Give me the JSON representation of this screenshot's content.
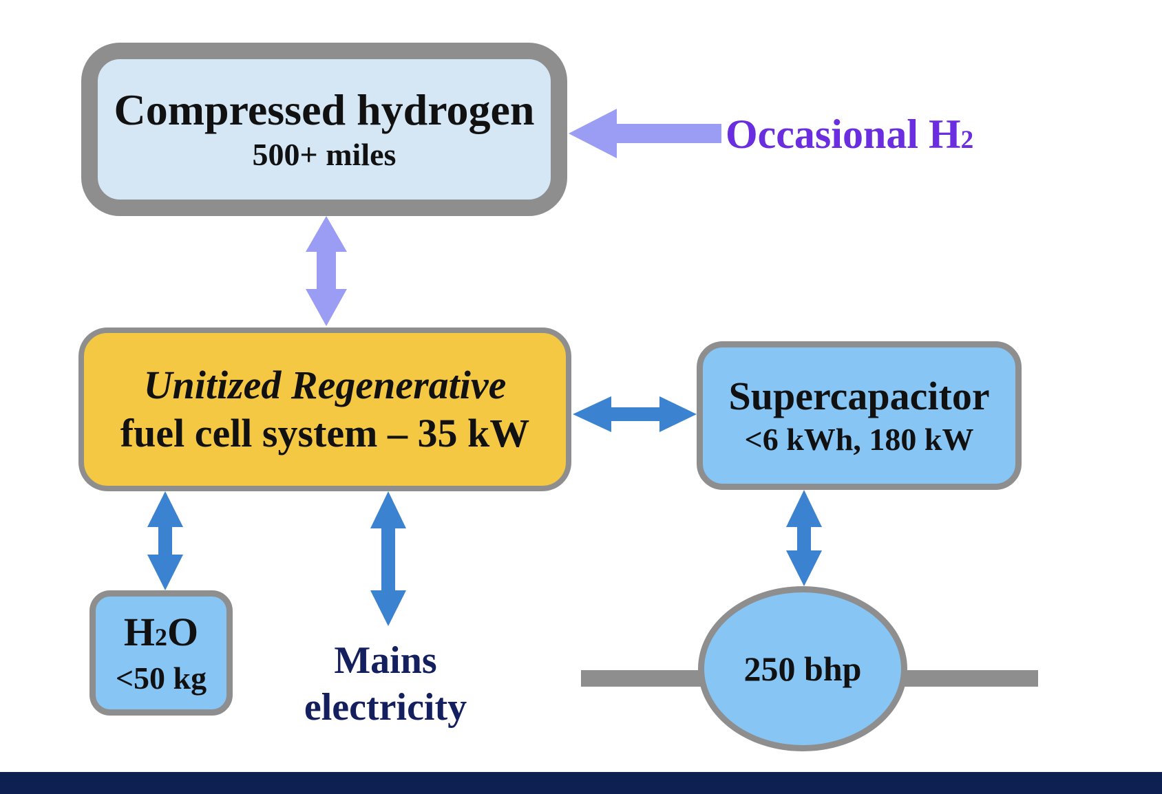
{
  "colors": {
    "storage_fill": "#d5e6f4",
    "fuel_cell_fill": "#f4c842",
    "component_fill": "#86c5f4",
    "outline": "#8e8e8e",
    "h2_arrow": "#9b9cf4",
    "power_arrow": "#3b82d0",
    "occasional_label": "#6a2ee0",
    "mains_label": "#141f5e",
    "bottom_bar": "#0e1f52"
  },
  "nodes": {
    "hydrogen": {
      "title": "Compressed hydrogen",
      "detail": "500+ miles"
    },
    "fuel_cell": {
      "title": "Unitized Regenerative",
      "detail": "fuel cell system – 35 kW"
    },
    "supercapacitor": {
      "title": "Supercapacitor",
      "detail": "<6 kWh, 180 kW"
    },
    "water": {
      "title_main": "H",
      "title_sub": "2",
      "title_end": "O",
      "detail": "<50 kg"
    },
    "motor": {
      "title": "250 bhp"
    }
  },
  "labels": {
    "occasional_main": "Occasional H",
    "occasional_sub": "2",
    "mains_line1": "Mains",
    "mains_line2": "electricity"
  }
}
